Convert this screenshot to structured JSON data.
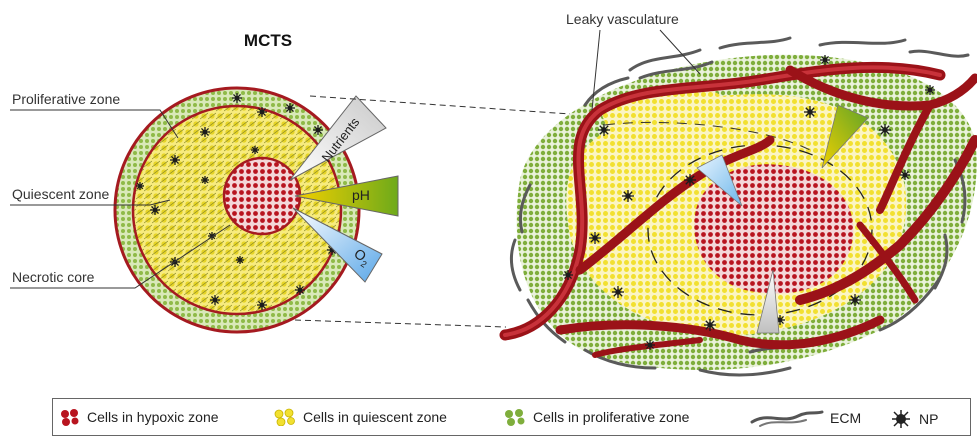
{
  "title": "MCTS",
  "zones": {
    "proliferative": "Proliferative zone",
    "quiescent": "Quiescent zone",
    "necrotic": "Necrotic core"
  },
  "gradients": {
    "nutrients": "Nutrients",
    "ph": "pH",
    "o2_main": "O",
    "o2_sub": "2"
  },
  "tissue": {
    "vasculature": "Leaky vasculature"
  },
  "legend": {
    "hypoxic": "Cells in hypoxic zone",
    "quiescent": "Cells in quiescent zone",
    "proliferative": "Cells in proliferative zone",
    "ecm": "ECM",
    "np": "NP"
  },
  "colors": {
    "hypoxic": "#b8141f",
    "quiescent": "#f2e030",
    "proliferative": "#7fae3c",
    "vessel": "#9b1218",
    "ecm": "#555555",
    "np": "#222222"
  }
}
